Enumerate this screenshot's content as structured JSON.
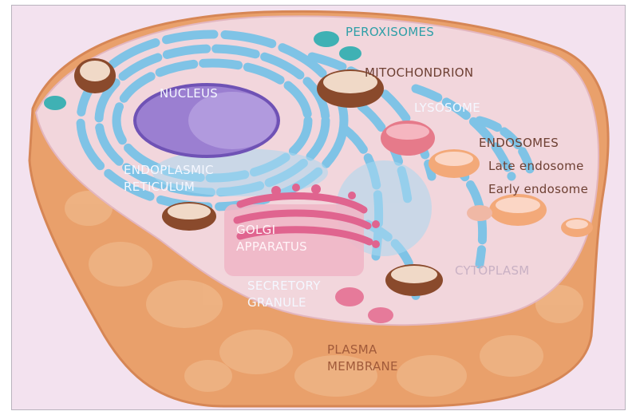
{
  "labels": {
    "peroxisomes": "PEROXISOMES",
    "mitochondrion": "MITOCHONDRION",
    "lysosome": "LYSOSOME",
    "endosomes": "ENDOSOMES",
    "late_endosome": "Late endosome",
    "early_endosome": "Early endosome",
    "nucleus": "NUCLEUS",
    "er_line1": "ENDOPLASMIC",
    "er_line2": "RETICULUM",
    "golgi_line1": "GOLGI",
    "golgi_line2": "APPARATUS",
    "secretory_line1": "SECRETORY",
    "secretory_line2": "GRANULE",
    "cytoplasm": "CYTOPLASM",
    "membrane_line1": "PLASMA",
    "membrane_line2": "MEMBRANE"
  },
  "colors": {
    "background": "#f3e2ef",
    "cell_body": "#e9a06b",
    "cytoplasm_top": "#f2d6dc",
    "er": "#7fc3e6",
    "nucleus": "#9b7fd1",
    "golgi": "#e0648f",
    "mitochondrion": "#8a4a2c",
    "peroxisome": "#3fb1b4",
    "endosome": "#f3a979",
    "lysosome": "#e67a8a"
  }
}
